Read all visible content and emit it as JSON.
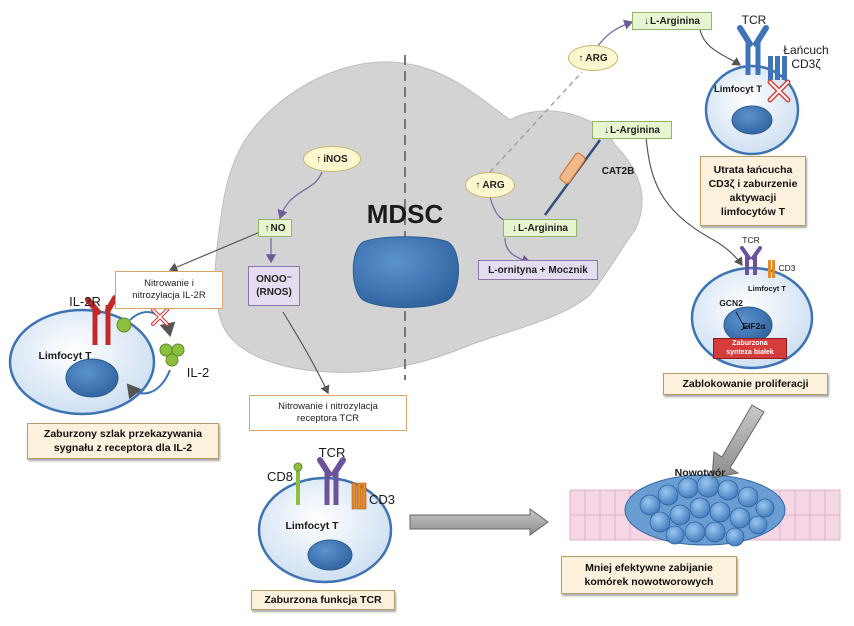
{
  "mdsc_label": "MDSC",
  "arrow_up": "↑",
  "arrow_down": "↓",
  "inos": "iNOS",
  "no": "NO",
  "onoo_line1": "ONOO⁻",
  "onoo_line2": "(RNOS)",
  "arg_upper": "ARG",
  "arg_lower": "ARG",
  "larginina_top": "L-Arginina",
  "larginina_cat": "L-Arginina",
  "larginina_inner": "L-Arginina",
  "ornityna": "L-ornityna + Mocznik",
  "cat2b": "CAT2B",
  "nitro_il2r_line1": "Nitrowanie i",
  "nitro_il2r_line2": "nitrozylacja  IL-2R",
  "nitro_tcr_line1": "Nitrowanie i nitrozylacja",
  "nitro_tcr_line2": "receptora TCR",
  "il2r": "IL-2R",
  "il2": "IL-2",
  "limfocyt_t": "Limfocyt T",
  "cd8": "CD8",
  "tcr": "TCR",
  "cd3": "CD3",
  "lancuch_line1": "Łańcuch",
  "lancuch_line2": "CD3ζ",
  "gcn2": "GCN2",
  "eif2a": "EIF2α",
  "zaburzona_synteza_line1": "Zaburzona",
  "zaburzona_synteza_line2": "synteza białek",
  "nowotwor": "Nowotwór",
  "caption_il2_line1": "Zaburzony szlak przekazywania",
  "caption_il2_line2": "sygnału z receptora dla IL-2",
  "caption_tcr": "Zaburzona funkcja TCR",
  "caption_cd3_line1": "Utrata łańcucha",
  "caption_cd3_line2": "CD3ζ  i zaburzenie",
  "caption_cd3_line3": "aktywacji",
  "caption_cd3_line4": "limfocytów T",
  "caption_prolif": "Zablokowanie  proliferacji",
  "caption_tumor_line1": "Mniej efektywne zabijanie",
  "caption_tumor_line2": "komórek nowotworowych",
  "colors": {
    "mdsc": "#d4d4d4",
    "nucleus": "#3f78b5",
    "cell": "#dbe8f5",
    "receptor_purple": "#7d64a8",
    "receptor_red": "#cf2e2e",
    "il2_green": "#8cbf3f",
    "cd3_orange": "#e58a2e",
    "tumor": "#4a8ac8"
  }
}
